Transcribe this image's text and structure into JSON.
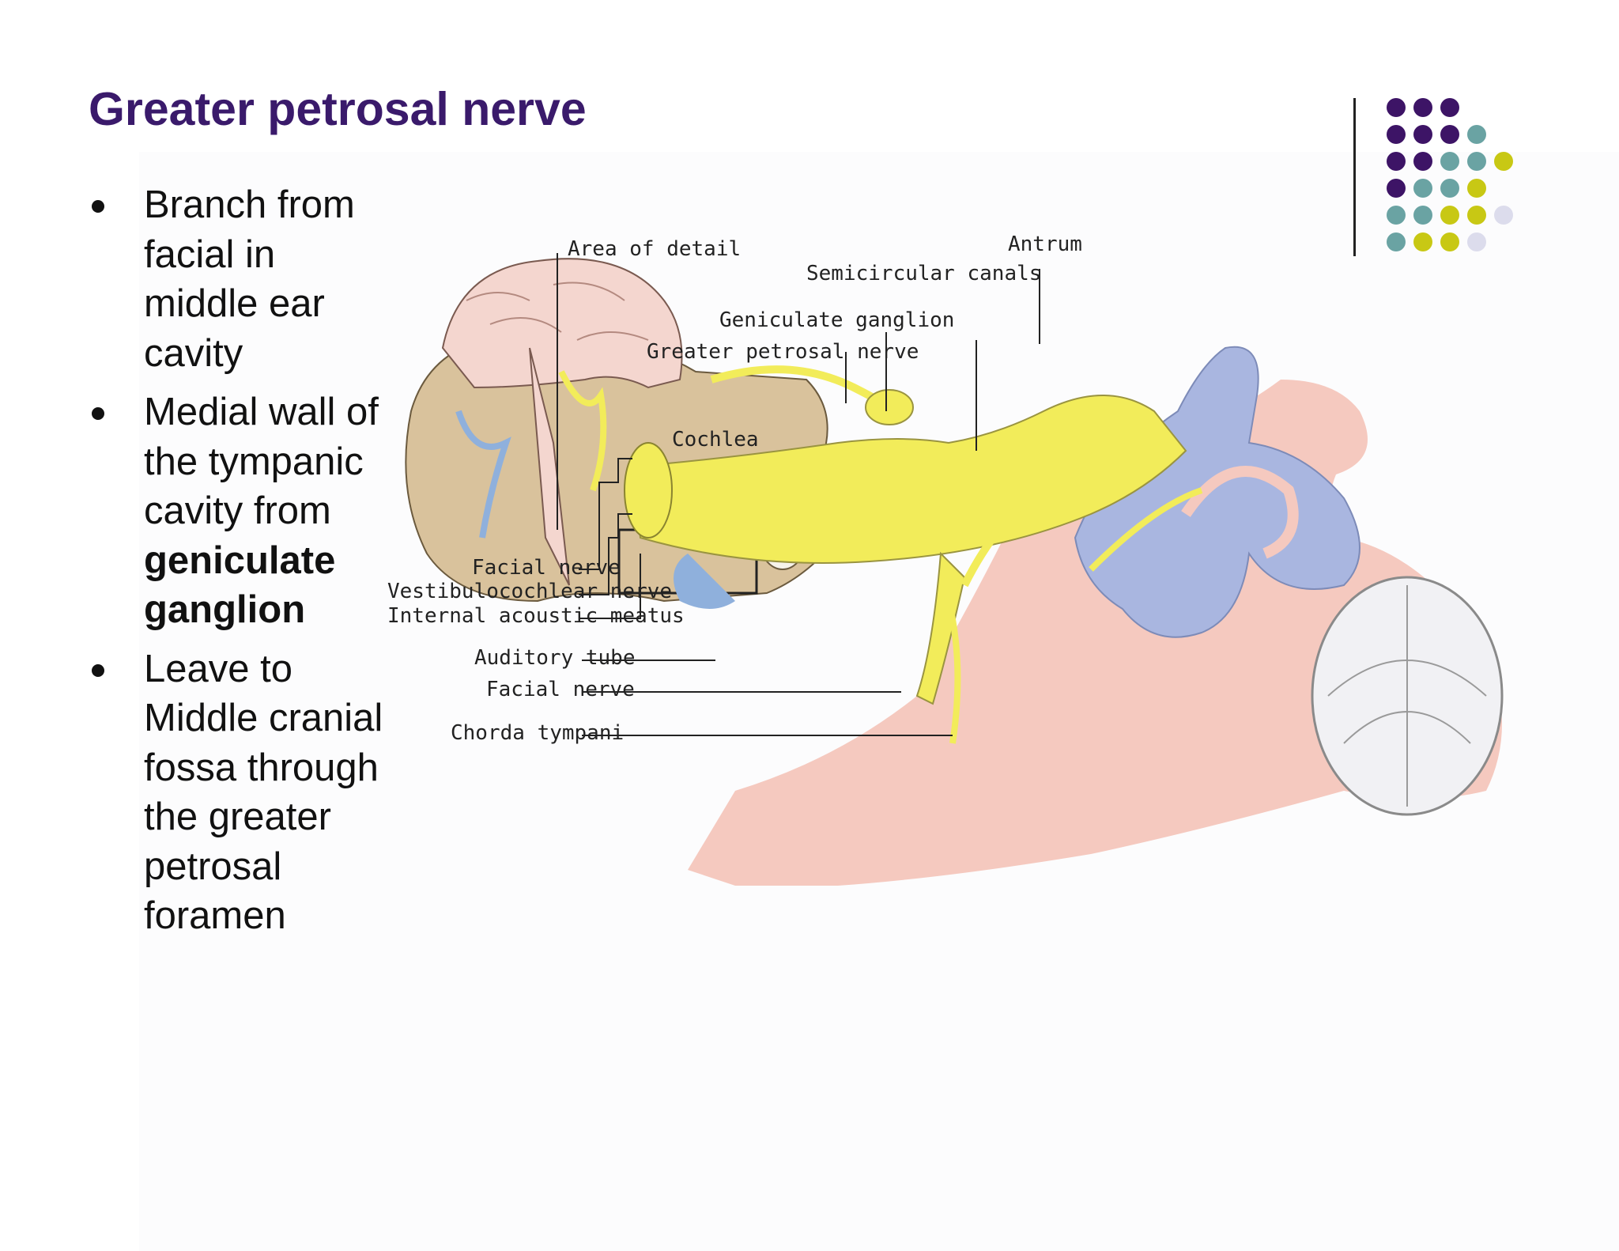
{
  "slide": {
    "title": "Greater petrosal nerve",
    "bullets": [
      {
        "text": "Branch from facial in middle ear cavity"
      },
      {
        "text_before": "Medial wall of the tympanic cavity from ",
        "bold": "geniculate ganglion"
      },
      {
        "text": "Leave to Middle cranial fossa through the greater petrosal foramen"
      }
    ],
    "accent_color": "#3a1a6b"
  },
  "decor_dots": {
    "colors": {
      "purple": "#3d1466",
      "teal": "#6aa3a3",
      "lime": "#c8c814",
      "lavender": "#dcdcec"
    }
  },
  "figure": {
    "labels": {
      "area_of_detail": "Area of detail",
      "antrum": "Antrum",
      "semicircular_canals": "Semicircular canals",
      "geniculate_ganglion": "Geniculate ganglion",
      "greater_petrosal_nerve": "Greater petrosal nerve",
      "cochlea": "Cochlea",
      "facial_nerve_upper": "Facial nerve",
      "vestibulocochlear_nerve": "Vestibulocochlear nerve",
      "internal_acoustic_meatus": "Internal acoustic meatus",
      "auditory_tube": "Auditory tube",
      "facial_nerve_lower": "Facial nerve",
      "chorda_tympani": "Chorda tympani"
    },
    "colors": {
      "nerve": "#f2ec5a",
      "bone": "#f5c9bf",
      "labyrinth": "#a9b6e0",
      "skull": "#d9c29c",
      "brain": "#f4d6cf"
    }
  }
}
